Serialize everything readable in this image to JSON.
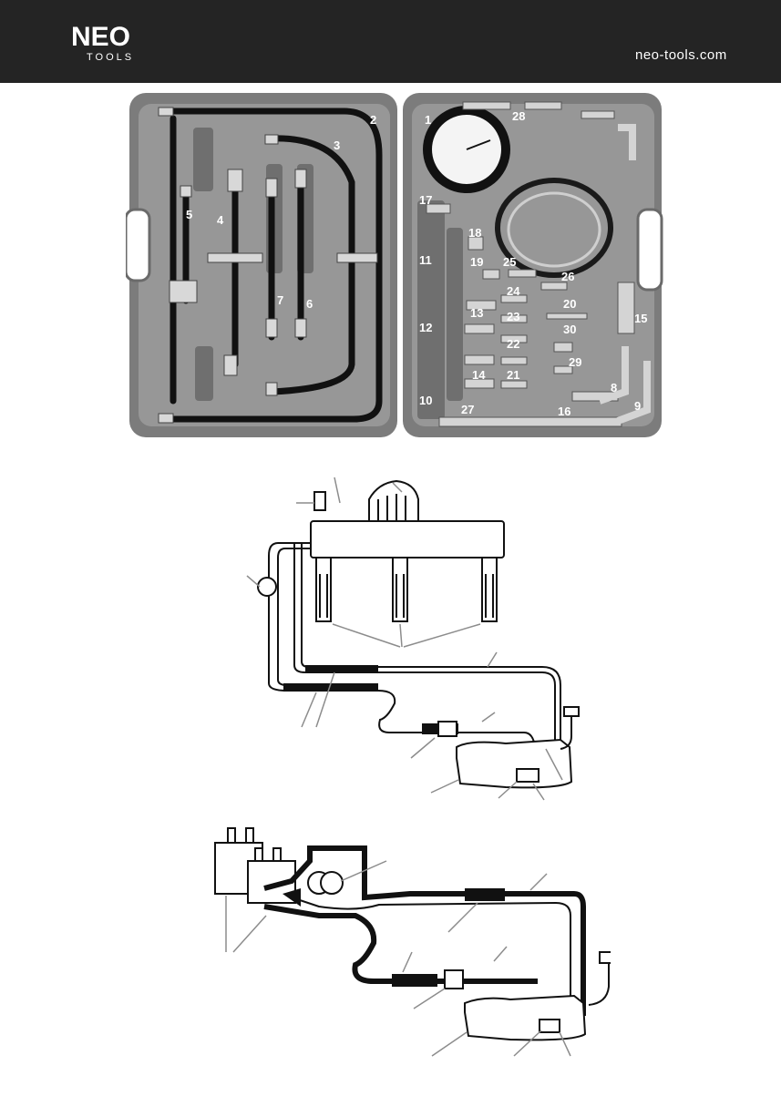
{
  "header": {
    "logo_main": "NEO",
    "logo_sub": "TOOLS",
    "website": "neo-tools.com"
  },
  "kit_photo": {
    "part_labels": [
      "1",
      "2",
      "3",
      "4",
      "5",
      "6",
      "7",
      "8",
      "9",
      "10",
      "11",
      "12",
      "13",
      "14",
      "15",
      "16",
      "17",
      "18",
      "19",
      "20",
      "21",
      "22",
      "23",
      "24",
      "25",
      "26",
      "27",
      "28",
      "29",
      "30"
    ]
  },
  "colors": {
    "header_bg": "#242424",
    "case_gray": "#8a8a8a",
    "hose_black": "#111111",
    "leader_gray": "#8c8c8c"
  }
}
